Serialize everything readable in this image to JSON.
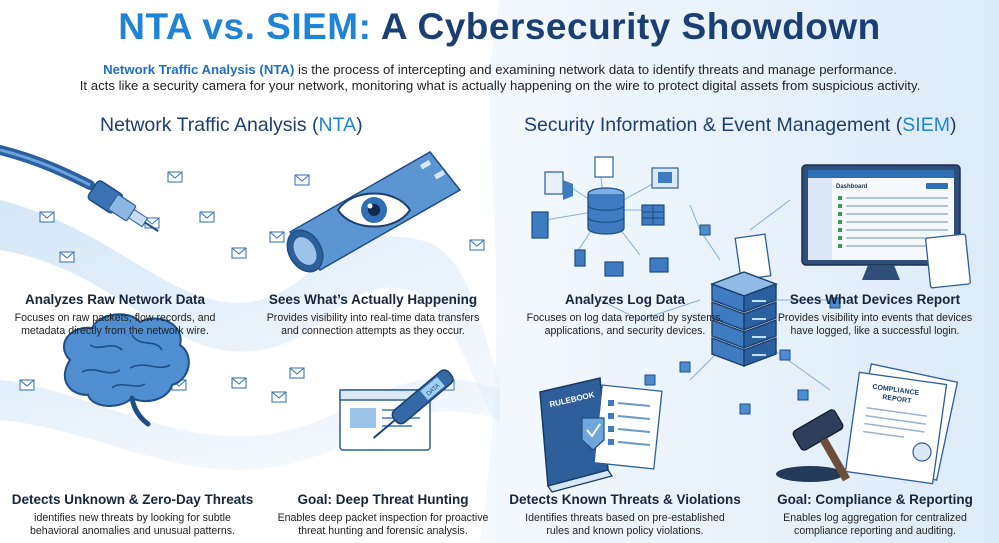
{
  "title": {
    "part1": "NTA vs. SIEM:",
    "part2": "A Cybersecurity Showdown"
  },
  "intro": {
    "highlight": "Network Traffic Analysis (NTA)",
    "line1_rest": " is the process of intercepting and examining network data to identify threats and manage performance.",
    "line2": "It acts like a security camera for your network, monitoring what is actually happening on the wire to protect digital assets from suspicious activity."
  },
  "nta": {
    "heading_main": "Network Traffic Analysis (",
    "heading_acc": "NTA",
    "heading_end": ")",
    "cards": [
      {
        "title": "Analyzes Raw Network Data",
        "desc_l1": "Focuses on raw packets, flow records, and",
        "desc_l2": "metadata directly from the network wire."
      },
      {
        "title": "Sees What’s Actually Happening",
        "desc_l1": "Provides visibility into real-time data transfers",
        "desc_l2": "and connection attempts as they occur."
      },
      {
        "title": "Detects Unknown & Zero-Day Threats",
        "desc_l1": "identifies new threats by looking for subtle",
        "desc_l2": "behavioral anomalies and unusual patterns."
      },
      {
        "title": "Goal: Deep Threat Hunting",
        "desc_l1": "Enables deep packet inspection for proactive",
        "desc_l2": "threat hunting and forensic analysis."
      }
    ]
  },
  "siem": {
    "heading_main": "Security Information & Event Management (",
    "heading_acc": "SIEM",
    "heading_end": ")",
    "cards": [
      {
        "title": "Analyzes Log Data",
        "desc_l1": "Focuses on log data reported by systems,",
        "desc_l2": "applications, and security devices."
      },
      {
        "title": "Sees What Devices Report",
        "desc_l1": "Provides visibility into events that devices",
        "desc_l2": "have logged, like a successful login."
      },
      {
        "title": "Detects Known Threats & Violations",
        "desc_l1": "Identifies threats based on pre-established",
        "desc_l2": "rules and known policy violations."
      },
      {
        "title": "Goal: Compliance & Reporting",
        "desc_l1": "Enables log aggregation for centralized",
        "desc_l2": "compliance reporting and auditing."
      }
    ]
  },
  "illustration_labels": {
    "dashboard": "Dashboard",
    "rulebook": "RULEBOOK",
    "compliance_l1": "COMPLIANCE",
    "compliance_l2": "REPORT",
    "probe": "DATA"
  },
  "icons": [
    "network-cable-icon",
    "eye-pipe-icon",
    "brain-icon",
    "magnifier-probe-icon",
    "database-hub-icon",
    "monitor-dashboard-icon",
    "server-stack-icon",
    "rulebook-icon",
    "gavel-report-icon",
    "envelope-icon"
  ],
  "colors": {
    "title_accent": "#1f84d6",
    "title_dark": "#1b3f72",
    "right_bg": "#e8f2fb",
    "illustration_blue": "#3d7fc4"
  }
}
